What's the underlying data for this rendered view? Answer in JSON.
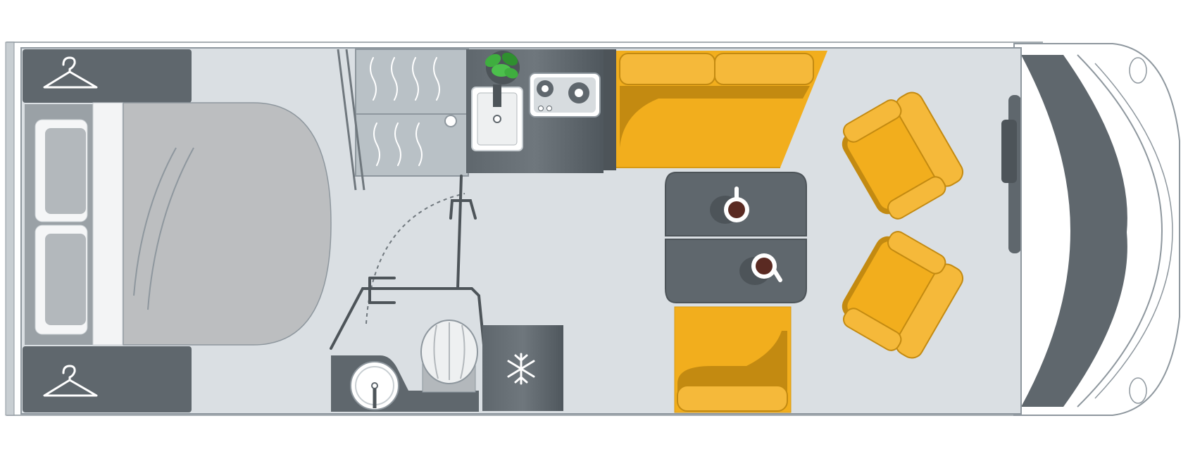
{
  "floorplan": {
    "title": "",
    "colors": {
      "floor": "#dadfe3",
      "wall": "#8e979e",
      "furniture_dark": "#5f676d",
      "furniture_mid": "#9aa1a6",
      "bed": "#bcbec0",
      "upholstery": "#f2ae1d",
      "upholstery_shade": "#c38a11",
      "white": "#ffffff",
      "coffee": "#5a2a22",
      "plant": "#3fae3f"
    },
    "zones": [
      {
        "name": "bedroom",
        "icons": [
          "hanger-icon",
          "hanger-icon",
          "bed-icon",
          "pillow-icon"
        ]
      },
      {
        "name": "washroom",
        "icons": [
          "shower-tray-icon",
          "door-swing-icon",
          "toilet-icon",
          "washbasin-icon"
        ]
      },
      {
        "name": "kitchen",
        "icons": [
          "plant-icon",
          "sink-icon",
          "gas-hob-icon",
          "fridge-icon",
          "snowflake-icon"
        ]
      },
      {
        "name": "lounge",
        "icons": [
          "sofa-icon",
          "table-icon",
          "coffee-cup-icon",
          "coffee-cup-icon",
          "bench-seat-icon"
        ]
      },
      {
        "name": "cab",
        "icons": [
          "armchair-icon",
          "armchair-icon",
          "dashboard-icon",
          "windshield-icon"
        ]
      }
    ]
  }
}
